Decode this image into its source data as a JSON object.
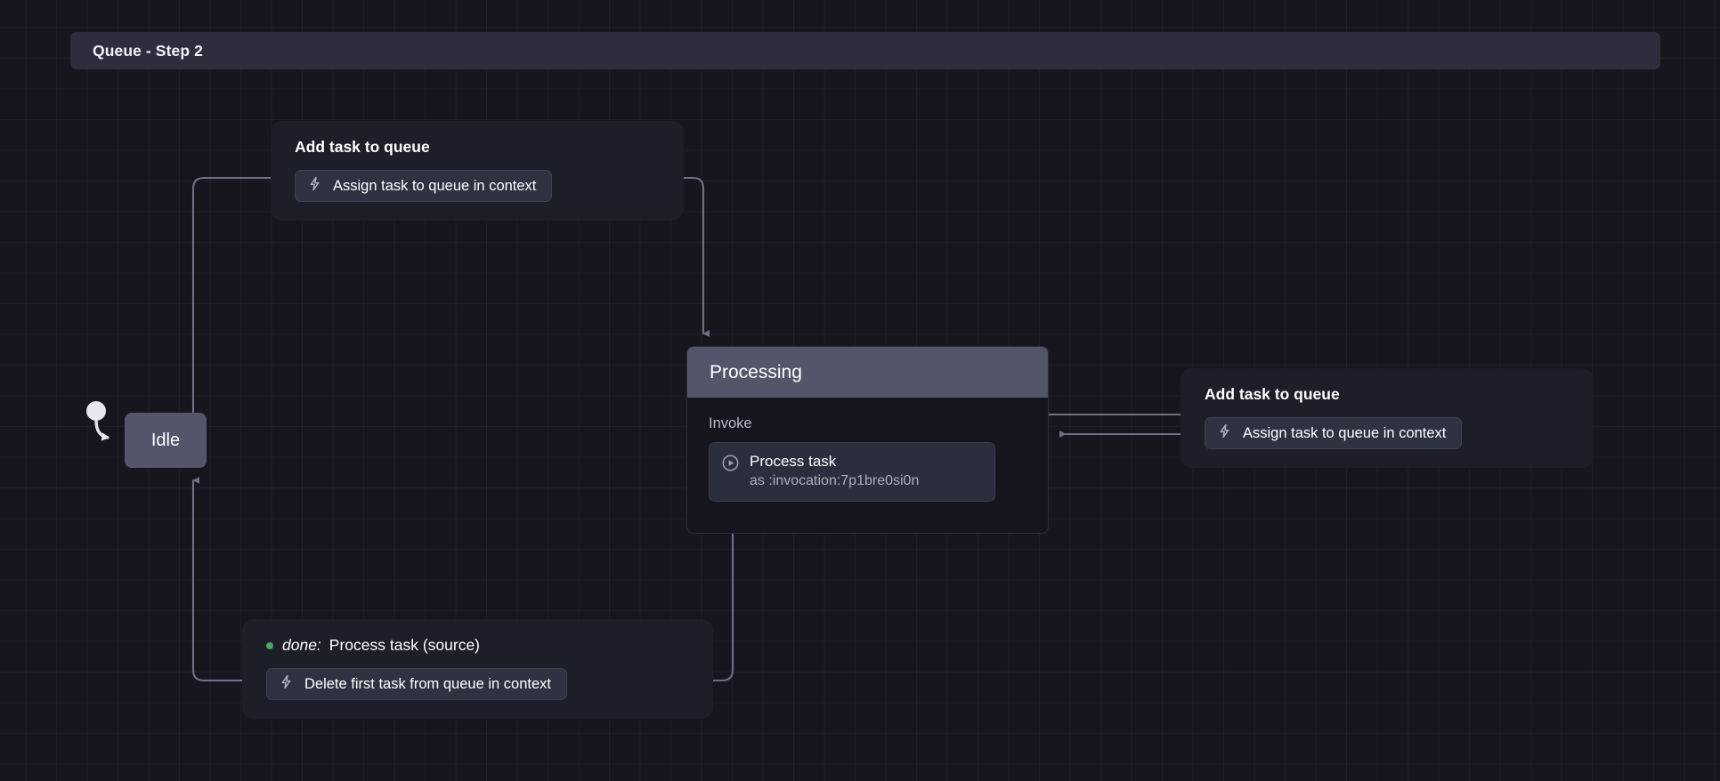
{
  "header": {
    "title": "Queue - Step 2"
  },
  "colors": {
    "canvas_background": "#15161e",
    "grid_line": "rgba(255,255,255,0.035)",
    "header_bar": "#2c2e3d",
    "state_node": "#53566a",
    "node_body": "#14151d",
    "event_box": "#1c1e28",
    "chip": "#2f3241",
    "edge_stroke": "#6e7286",
    "done_dot": "#4ca860",
    "text_primary": "#ffffff",
    "text_secondary": "#aab0c0"
  },
  "states": [
    {
      "id": "idle",
      "label": "Idle",
      "initial": true
    },
    {
      "id": "processing",
      "label": "Processing",
      "invoke_section_label": "Invoke",
      "invoke": {
        "icon": "play-circle-icon",
        "title": "Process task",
        "subtitle": "as :invocation:7p1bre0si0n"
      }
    }
  ],
  "transitions": [
    {
      "id": "idle-to-processing",
      "title": "Add task to queue",
      "source": "idle",
      "target": "processing",
      "actions": [
        {
          "icon": "bolt-icon",
          "label": "Assign task to queue in context"
        }
      ]
    },
    {
      "id": "processing-self",
      "title": "Add task to queue",
      "source": "processing",
      "target": "processing",
      "actions": [
        {
          "icon": "bolt-icon",
          "label": "Assign task to queue in context"
        }
      ]
    },
    {
      "id": "processing-done",
      "event_key": "done:",
      "event_value": "Process task (source)",
      "source": "processing",
      "target": "idle",
      "status_dot": "#4ca860",
      "actions": [
        {
          "icon": "bolt-icon",
          "label": "Delete first task from queue in context"
        }
      ]
    }
  ]
}
